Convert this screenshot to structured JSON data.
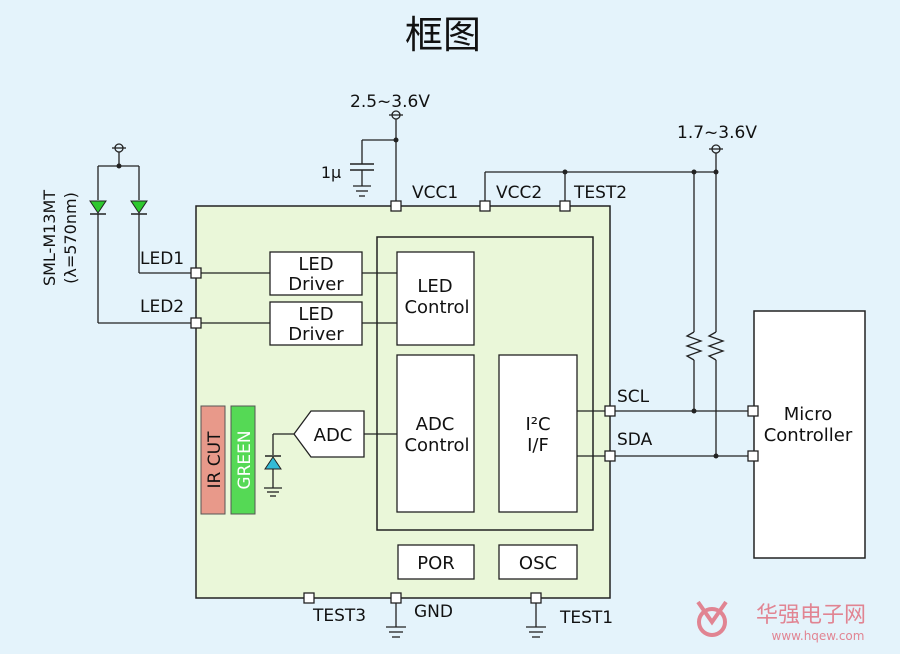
{
  "title": "框图",
  "supply": {
    "vcc_main": "2.5~3.6V",
    "vcc_io": "1.7~3.6V",
    "cap": "1μ"
  },
  "pins": {
    "vcc1": "VCC1",
    "vcc2": "VCC2",
    "test2": "TEST2",
    "led1": "LED1",
    "led2": "LED2",
    "scl": "SCL",
    "sda": "SDA",
    "test3": "TEST3",
    "gnd": "GND",
    "test1": "TEST1"
  },
  "external_led": {
    "part": "SML-M13MT",
    "wavelength": "(λ=570nm)"
  },
  "blocks": {
    "led_driver_1": [
      "LED",
      "Driver"
    ],
    "led_driver_2": [
      "LED",
      "Driver"
    ],
    "led_control": [
      "LED",
      "Control"
    ],
    "adc": "ADC",
    "adc_control": [
      "ADC",
      "Control"
    ],
    "i2c_if": [
      "I²C",
      "I/F"
    ],
    "por": "POR",
    "osc": "OSC",
    "micro": [
      "Micro",
      "Controller"
    ]
  },
  "filters": {
    "ir_cut": "IR CUT",
    "green": "GREEN"
  },
  "watermark": {
    "cn": "华强电子网",
    "url": "www.hqew.com"
  },
  "colors": {
    "background": "#e4f3fb",
    "chip_fill": "#eaf7d9",
    "ir_cut_fill": "#e8998a",
    "green_fill": "#55d955",
    "led_green": "#2ec82e",
    "photodiode": "#33bbd6",
    "watermark": "#e06070"
  }
}
